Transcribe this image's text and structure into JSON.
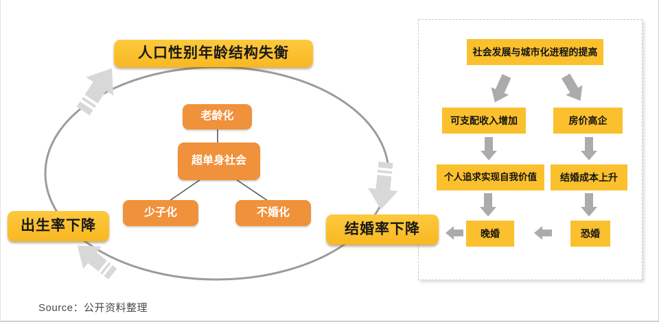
{
  "title": "人口性别年龄结构失衡",
  "source": {
    "label": "Source：公开资料整理"
  },
  "cycle": {
    "top": "人口性别年龄结构失衡",
    "left": "出生率下降",
    "right": "结婚率下降",
    "center": {
      "aging": "老龄化",
      "super_single": "超单身社会",
      "fewer_children": "少子化",
      "non_marriage": "不婚化"
    }
  },
  "panel": {
    "root": "社会发展与城市化进程的提高",
    "left_branch": [
      "可支配收入增加",
      "个人追求实现自我价值",
      "晚婚"
    ],
    "right_branch": [
      "房价高企",
      "结婚成本上升",
      "恐婚"
    ]
  },
  "colors": {
    "highlight_yellow": "#FBBE2B",
    "panel_yellow": "#FBC02D",
    "orange": "#F0913B",
    "cycle_arrow_gray": "#D8D8D8",
    "panel_arrow_gray": "#ABABAB",
    "ellipse_gray": "#9B9B9B"
  }
}
